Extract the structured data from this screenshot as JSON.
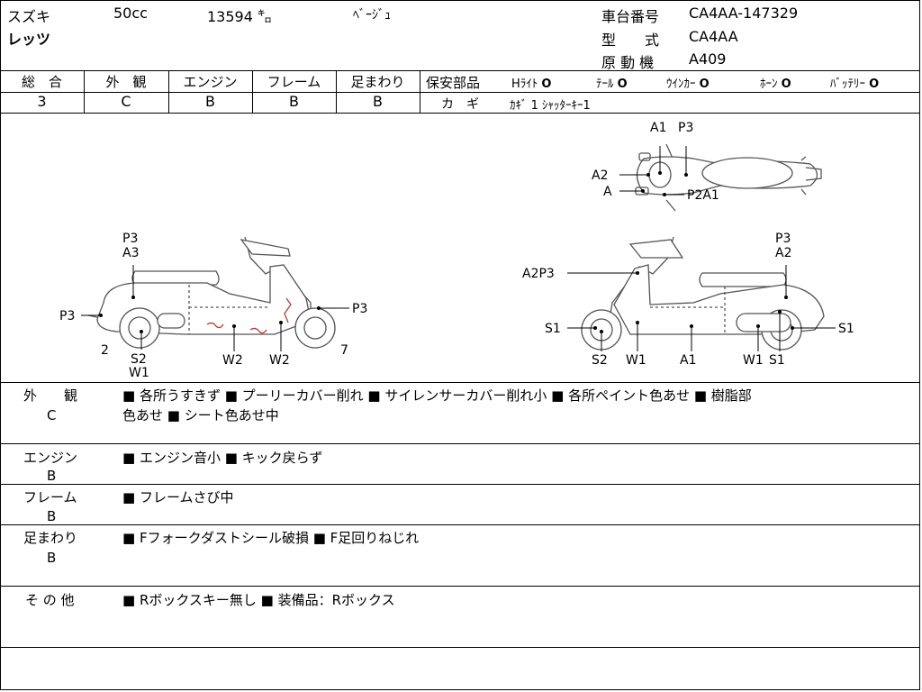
{
  "header": {
    "maker": "スズキ",
    "displacement": "50cc",
    "mileage": "13594 ㌔",
    "color": "ﾍﾞｰｼﾞｭ",
    "model_name": "レッツ",
    "frame_number_label": "車台番号",
    "frame_number": "CA4AA-147329",
    "type_label": "型　　式",
    "type": "CA4AA",
    "engine_label": "原 動 機",
    "engine": "A409"
  },
  "grades": [
    {
      "label": "総　合",
      "value": "3"
    },
    {
      "label": "外　観",
      "value": "C"
    },
    {
      "label": "エンジン",
      "value": "B"
    },
    {
      "label": "フレーム",
      "value": "B"
    },
    {
      "label": "足まわり",
      "value": "B"
    }
  ],
  "safety": {
    "label": "保安部品",
    "items": [
      {
        "name": "Hﾗｲﾄ",
        "mark": "O"
      },
      {
        "name": "ﾃｰﾙ",
        "mark": "O"
      },
      {
        "name": "ｳｲﾝｶｰ",
        "mark": "O"
      },
      {
        "name": "ﾎｰﾝ",
        "mark": "O"
      },
      {
        "name": "ﾊﾞｯﾃﾘｰ",
        "mark": "O"
      }
    ],
    "key_label": "カ　ギ",
    "key_value": "ｶｷﾞ 1 ｼｬｯﾀｰｷｰ1"
  },
  "diagram": {
    "top": {
      "A1": "A1",
      "P3": "P3",
      "A2": "A2",
      "A": "A",
      "P2A1": "P2A1"
    },
    "left": {
      "p3a3_1": "P3",
      "p3a3_2": "A3",
      "p3_left": "P3",
      "p3_right": "P3",
      "n2": "2",
      "n7": "7",
      "s2": "S2",
      "w1": "W1",
      "w2a": "W2",
      "w2b": "W2"
    },
    "right": {
      "p3a2_1": "P3",
      "p3a2_2": "A2",
      "a2p3": "A2P3",
      "s1a": "S1",
      "s1b": "S1",
      "s2": "S2",
      "w1a": "W1",
      "a1": "A1",
      "w1b": "W1",
      "s1c": "S1"
    }
  },
  "notes": [
    {
      "label": "外　　観",
      "grade": "C",
      "line1": "■ 各所うすきず ■ プーリーカバー削れ ■ サイレンサーカバー削れ小 ■ 各所ペイント色あせ ■ 樹脂部",
      "line2": "色あせ ■ シート色あせ中"
    },
    {
      "label": "エンジン",
      "grade": "B",
      "line1": "■ エンジン音小 ■ キック戻らず",
      "line2": ""
    },
    {
      "label": "フレーム",
      "grade": "B",
      "line1": "■ フレームさび中",
      "line2": ""
    },
    {
      "label": "足まわり",
      "grade": "B",
      "line1": "■ Fフォークダストシール破損 ■ F足回りねじれ",
      "line2": ""
    },
    {
      "label": "そ の 他",
      "grade": "",
      "line1": "■ Rボックスキー無し ■ 装備品：Rボックス",
      "line2": ""
    }
  ]
}
